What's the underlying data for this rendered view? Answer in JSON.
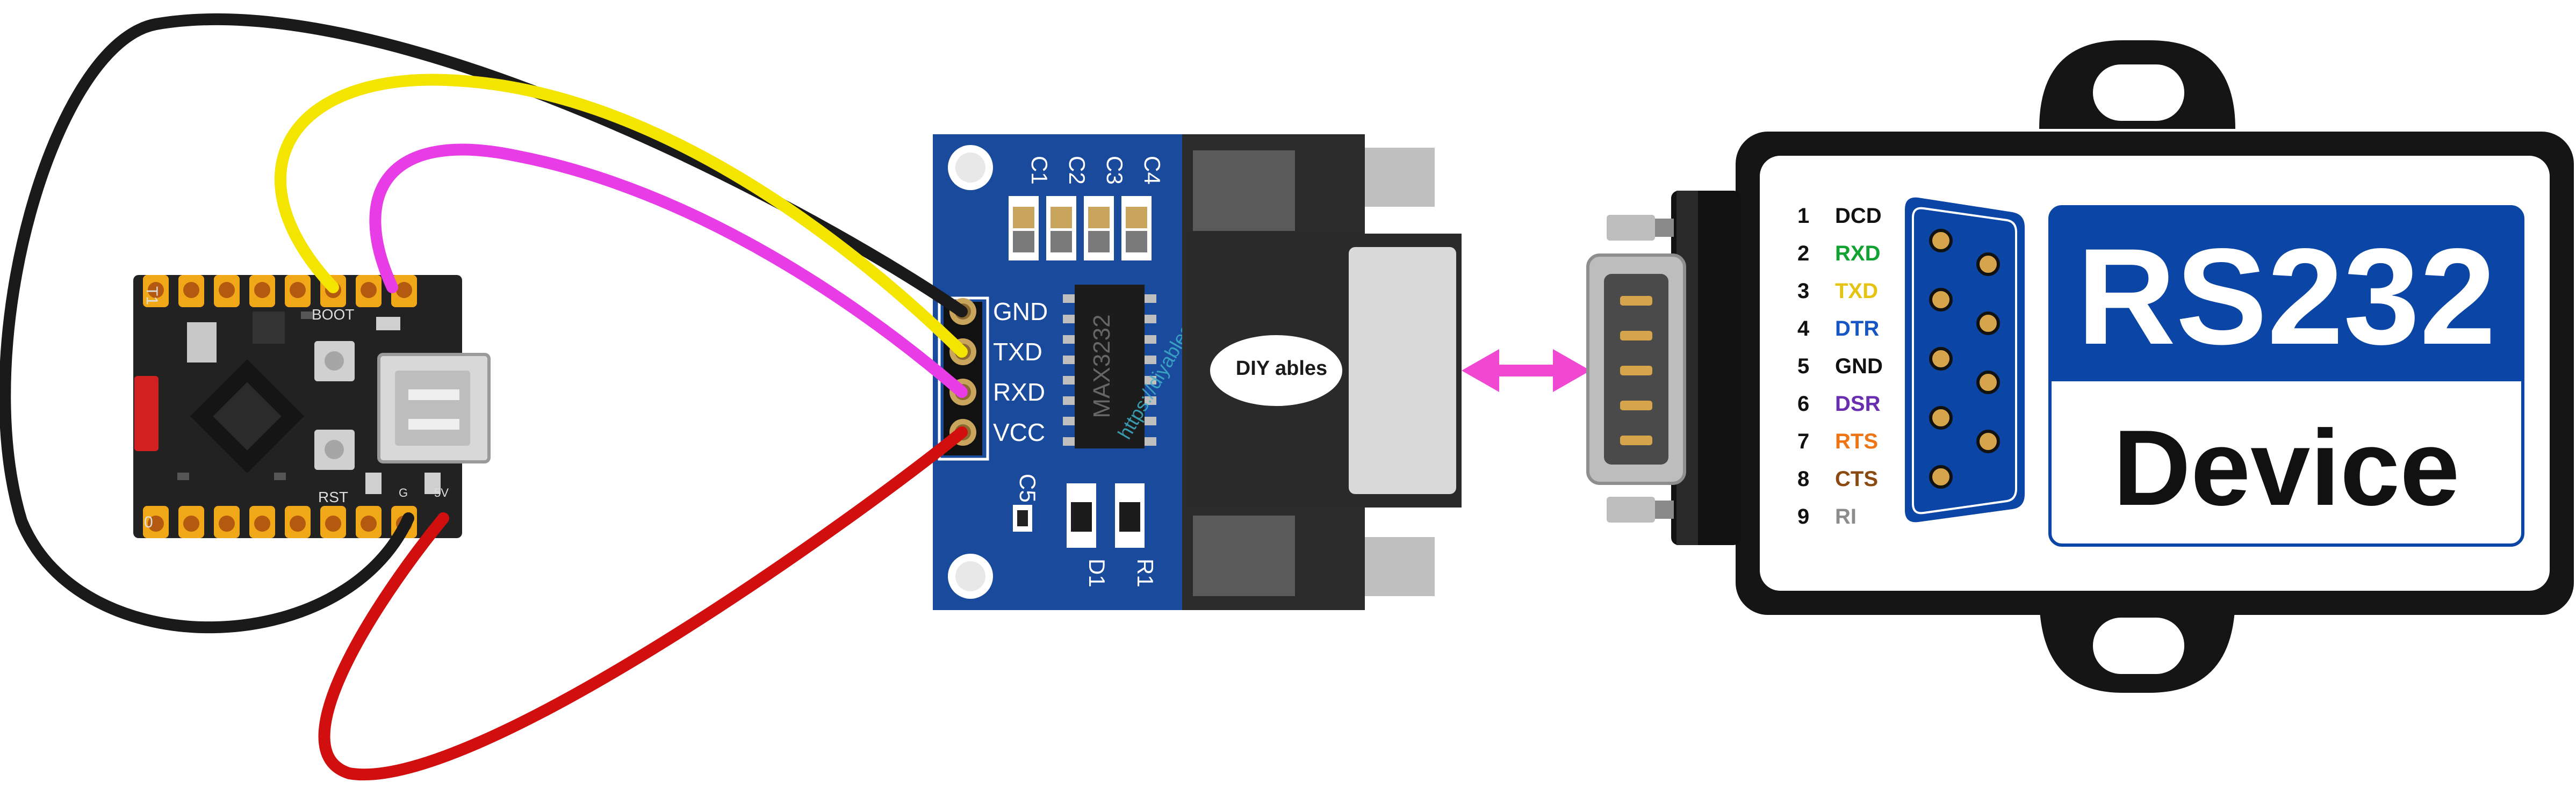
{
  "mcu_board": {
    "top_labels": [
      "T1",
      "BOOT"
    ],
    "bottom_labels": [
      "0",
      "RST",
      "G",
      "5V"
    ]
  },
  "rs232_module": {
    "pins": [
      {
        "label": "GND",
        "color": "#1a1a1a"
      },
      {
        "label": "TXD",
        "color": "#f4e500"
      },
      {
        "label": "RXD",
        "color": "#e83ce6"
      },
      {
        "label": "VCC",
        "color": "#d10f0f"
      }
    ],
    "capacitors": [
      "C1",
      "C2",
      "C3",
      "C4"
    ],
    "chip_label": "MAX3232",
    "c5_label": "C5",
    "bottom_parts": [
      "D1",
      "R1"
    ],
    "watermark": "https://diyables.io",
    "logo_text": "DIY ables",
    "board_color": "#1a4a9c"
  },
  "rs232_device": {
    "title": "RS232",
    "subtitle": "Device",
    "accent": "#0b46a6",
    "pinout": [
      {
        "num": "1",
        "name": "DCD",
        "color": "#111111"
      },
      {
        "num": "2",
        "name": "RXD",
        "color": "#12a232"
      },
      {
        "num": "3",
        "name": "TXD",
        "color": "#e4c410"
      },
      {
        "num": "4",
        "name": "DTR",
        "color": "#1556c4"
      },
      {
        "num": "5",
        "name": "GND",
        "color": "#111111"
      },
      {
        "num": "6",
        "name": "DSR",
        "color": "#6a2fb0"
      },
      {
        "num": "7",
        "name": "RTS",
        "color": "#ee7414"
      },
      {
        "num": "8",
        "name": "CTS",
        "color": "#8a4a10"
      },
      {
        "num": "9",
        "name": "RI",
        "color": "#8c8c8c"
      }
    ]
  },
  "wires": [
    {
      "name": "gnd-wire",
      "color": "#1a1a1a"
    },
    {
      "name": "txd-wire",
      "color": "#f4e500"
    },
    {
      "name": "rxd-wire",
      "color": "#e83ce6"
    },
    {
      "name": "vcc-wire",
      "color": "#d10f0f"
    }
  ],
  "arrow_color": "#f048d0"
}
